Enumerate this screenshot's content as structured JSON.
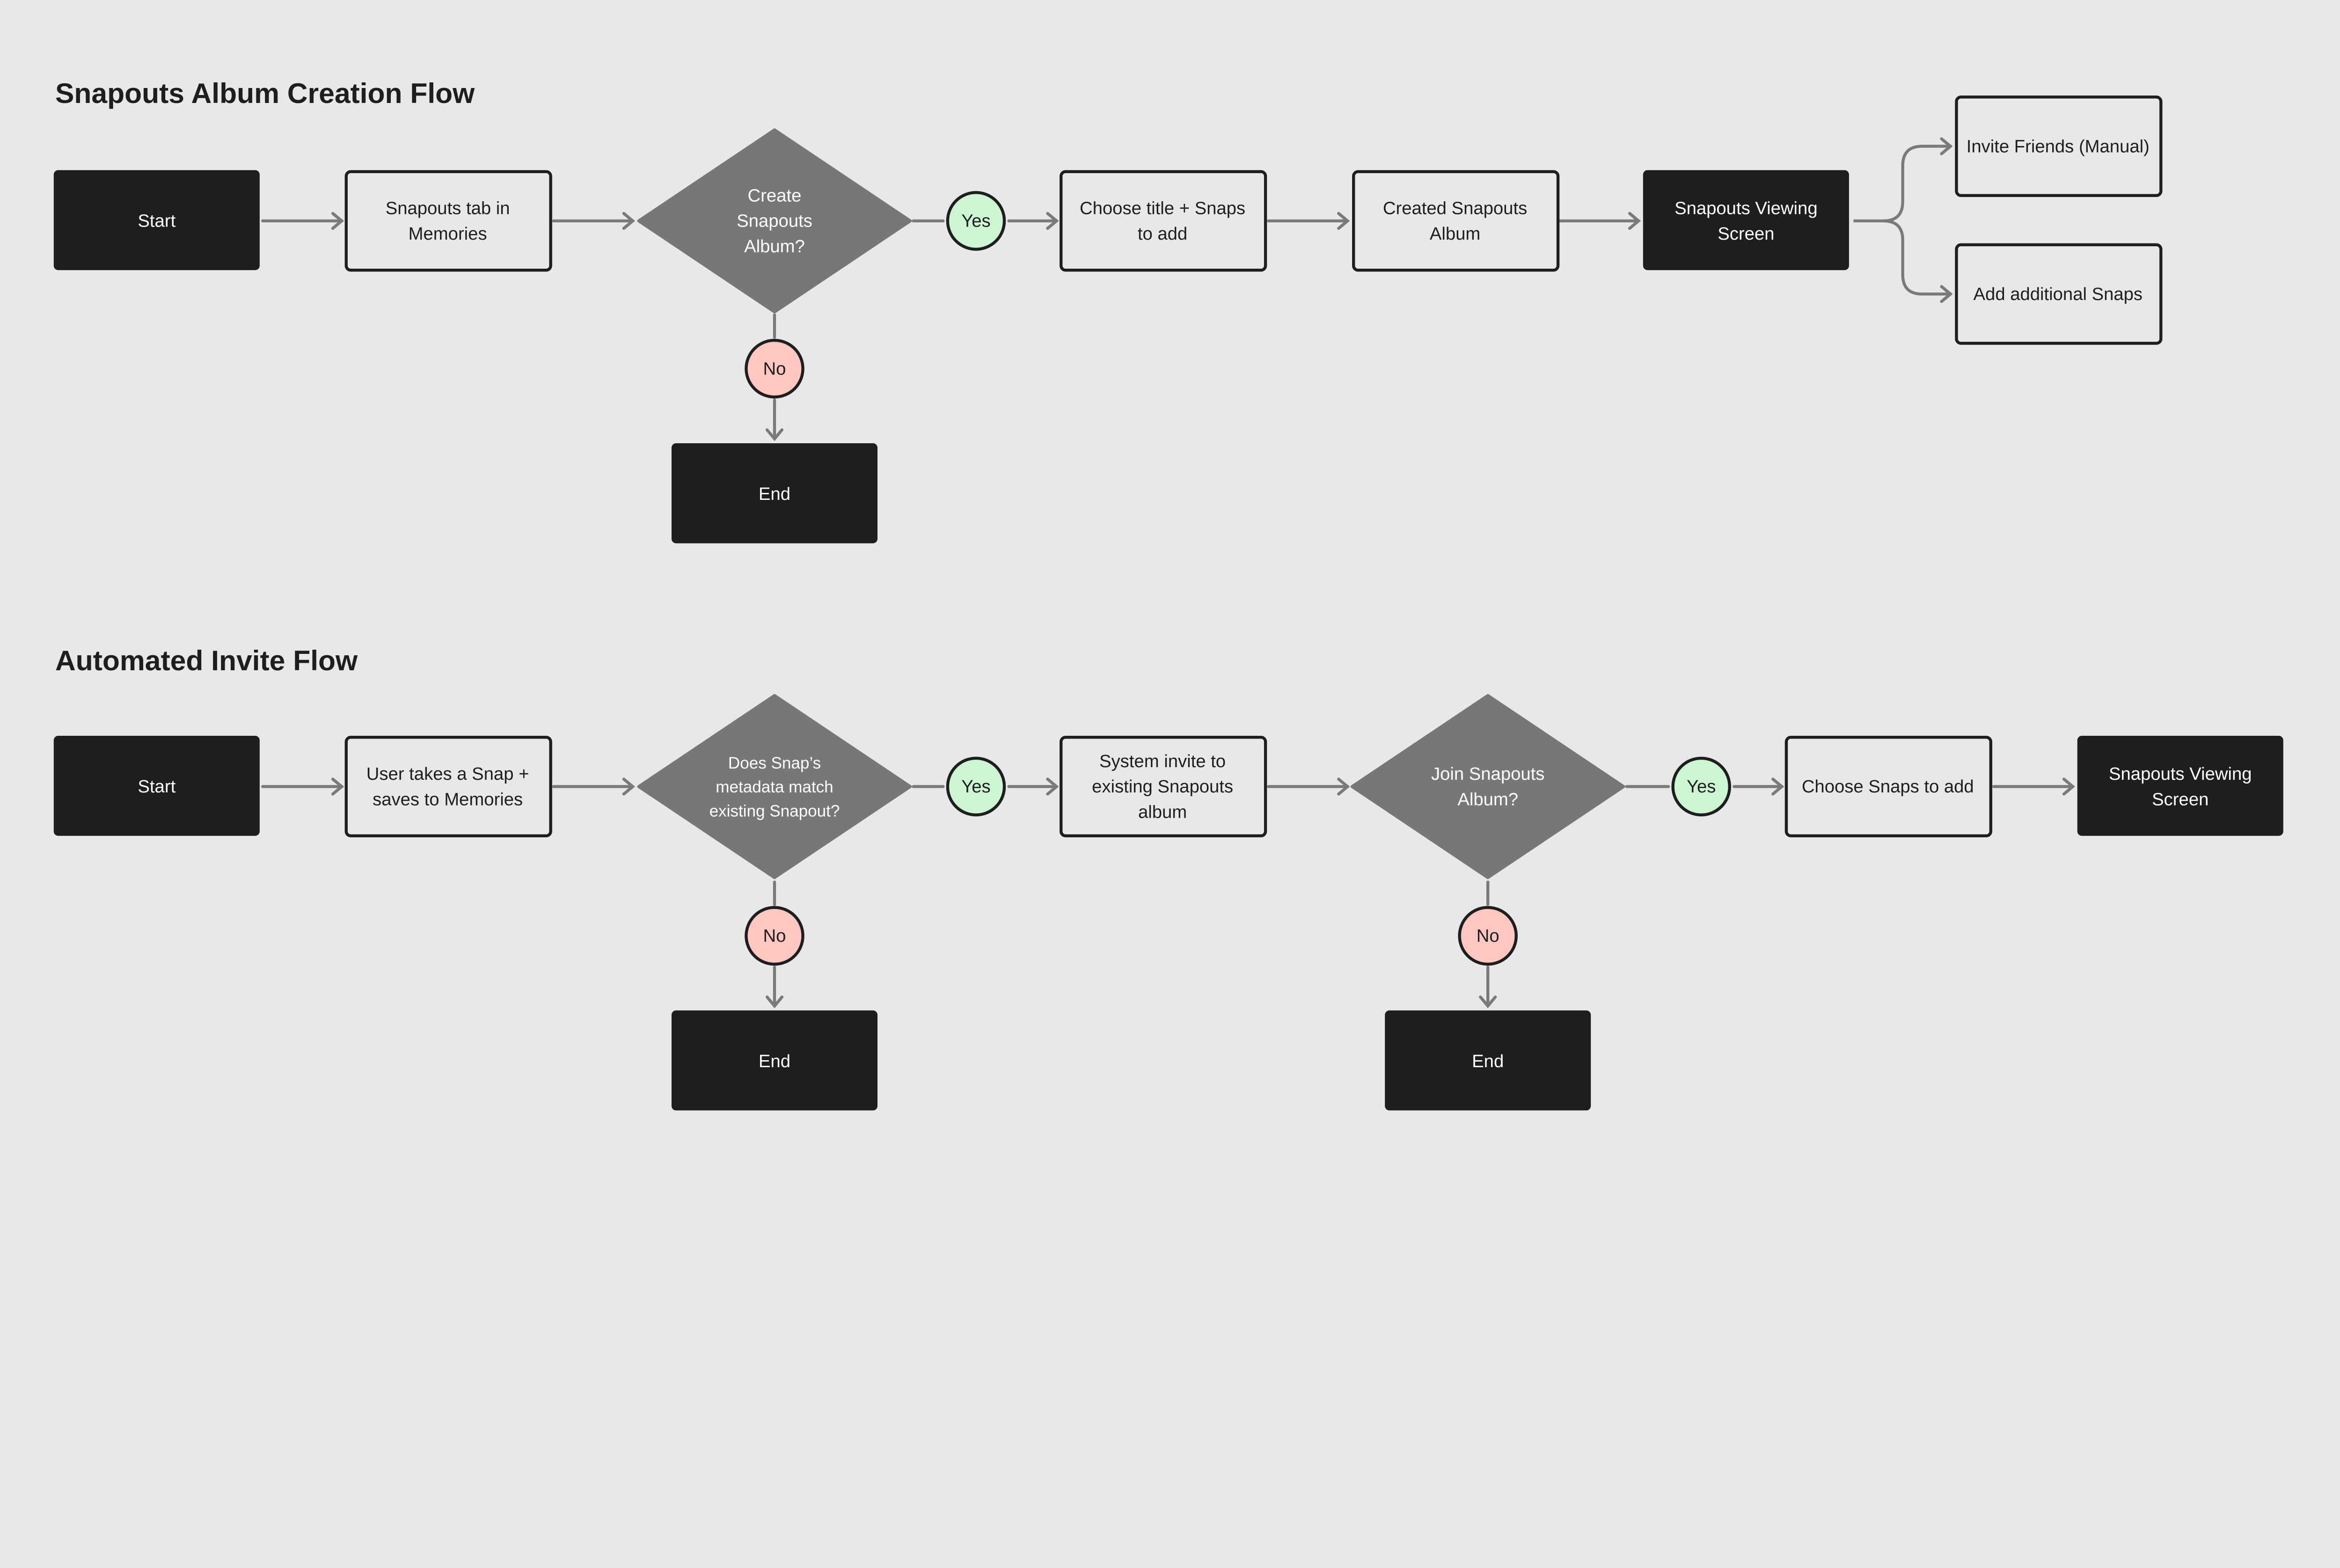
{
  "colors": {
    "background": "#e8e8e8",
    "terminal_fill": "#1e1e1e",
    "process_fill": "#e8e8e8",
    "decision_fill": "#777777",
    "yes_fill": "#ccf5d3",
    "no_fill": "#ffc7c2",
    "connector": "#7a7a7a"
  },
  "flow1": {
    "title": "Snapouts Album Creation Flow",
    "start": {
      "lines": [
        "Start"
      ]
    },
    "snapouts_tab": {
      "lines": [
        "Snapouts tab in",
        "Memories"
      ]
    },
    "decision": {
      "lines": [
        "Create",
        "Snapouts",
        "Album?"
      ]
    },
    "yes": {
      "lines": [
        "Yes"
      ]
    },
    "no": {
      "lines": [
        "No"
      ]
    },
    "end": {
      "lines": [
        "End"
      ]
    },
    "choose_title": {
      "lines": [
        "Choose title + Snaps",
        "to add"
      ]
    },
    "created_album": {
      "lines": [
        "Created Snapouts",
        "Album"
      ]
    },
    "viewing_screen": {
      "lines": [
        "Snapouts Viewing",
        "Screen"
      ]
    },
    "invite_friends": {
      "lines": [
        "Invite Friends (Manual)"
      ]
    },
    "add_snaps": {
      "lines": [
        "Add additional Snaps"
      ]
    }
  },
  "flow2": {
    "title": "Automated Invite Flow",
    "start": {
      "lines": [
        "Start"
      ]
    },
    "user_takes_snap": {
      "lines": [
        "User takes a Snap +",
        "saves to Memories"
      ]
    },
    "decision_match": {
      "lines": [
        "Does Snap’s",
        "metadata match",
        "existing Snapout?"
      ]
    },
    "yes1": {
      "lines": [
        "Yes"
      ]
    },
    "no1": {
      "lines": [
        "No"
      ]
    },
    "end1": {
      "lines": [
        "End"
      ]
    },
    "system_invite": {
      "lines": [
        "System invite to",
        "existing Snapouts",
        "album"
      ]
    },
    "decision_join": {
      "lines": [
        "Join Snapouts",
        "Album?"
      ]
    },
    "yes2": {
      "lines": [
        "Yes"
      ]
    },
    "no2": {
      "lines": [
        "No"
      ]
    },
    "end2": {
      "lines": [
        "End"
      ]
    },
    "choose_snaps": {
      "lines": [
        "Choose Snaps to add"
      ]
    },
    "viewing_screen": {
      "lines": [
        "Snapouts Viewing",
        "Screen"
      ]
    }
  }
}
